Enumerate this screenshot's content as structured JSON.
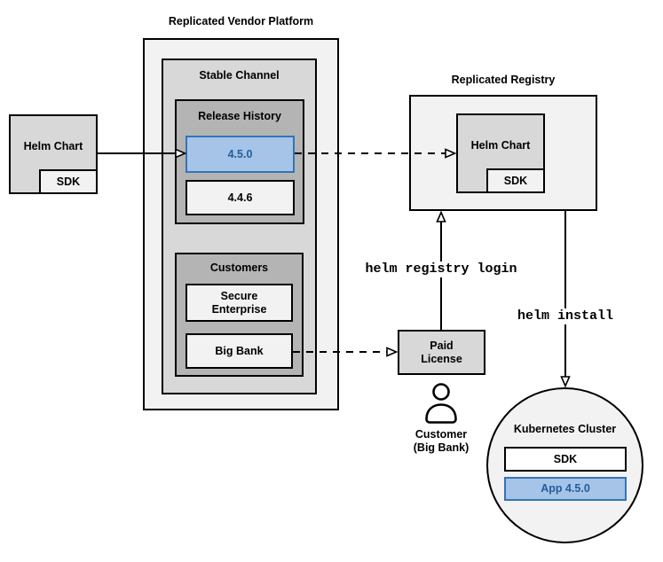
{
  "colors": {
    "container_light": "#f2f2f2",
    "container_medium": "#d8d8d8",
    "container_dark": "#b4b4b4",
    "highlight_fill": "#a6c4e7",
    "highlight_border": "#3374b5",
    "highlight_text": "#215e9e",
    "line_color": "#000000"
  },
  "source_chart": {
    "label": "Helm Chart",
    "sdk": "SDK"
  },
  "vendor_platform": {
    "title": "Replicated Vendor Platform",
    "stable_channel": {
      "label": "Stable Channel",
      "release_history": {
        "label": "Release History",
        "releases": [
          "4.5.0",
          "4.4.6"
        ]
      },
      "customers": {
        "label": "Customers",
        "items": [
          "Secure Enterprise",
          "Big Bank"
        ]
      }
    }
  },
  "registry": {
    "title": "Replicated Registry",
    "helm_chart": {
      "label": "Helm Chart",
      "sdk": "SDK"
    }
  },
  "license": {
    "label": "Paid License",
    "customer_caption": "Customer\n(Big Bank)"
  },
  "commands": {
    "registry_login": "helm registry login",
    "install": "helm install"
  },
  "cluster": {
    "title": "Kubernetes Cluster",
    "sdk": "SDK",
    "app": "App 4.5.0"
  }
}
